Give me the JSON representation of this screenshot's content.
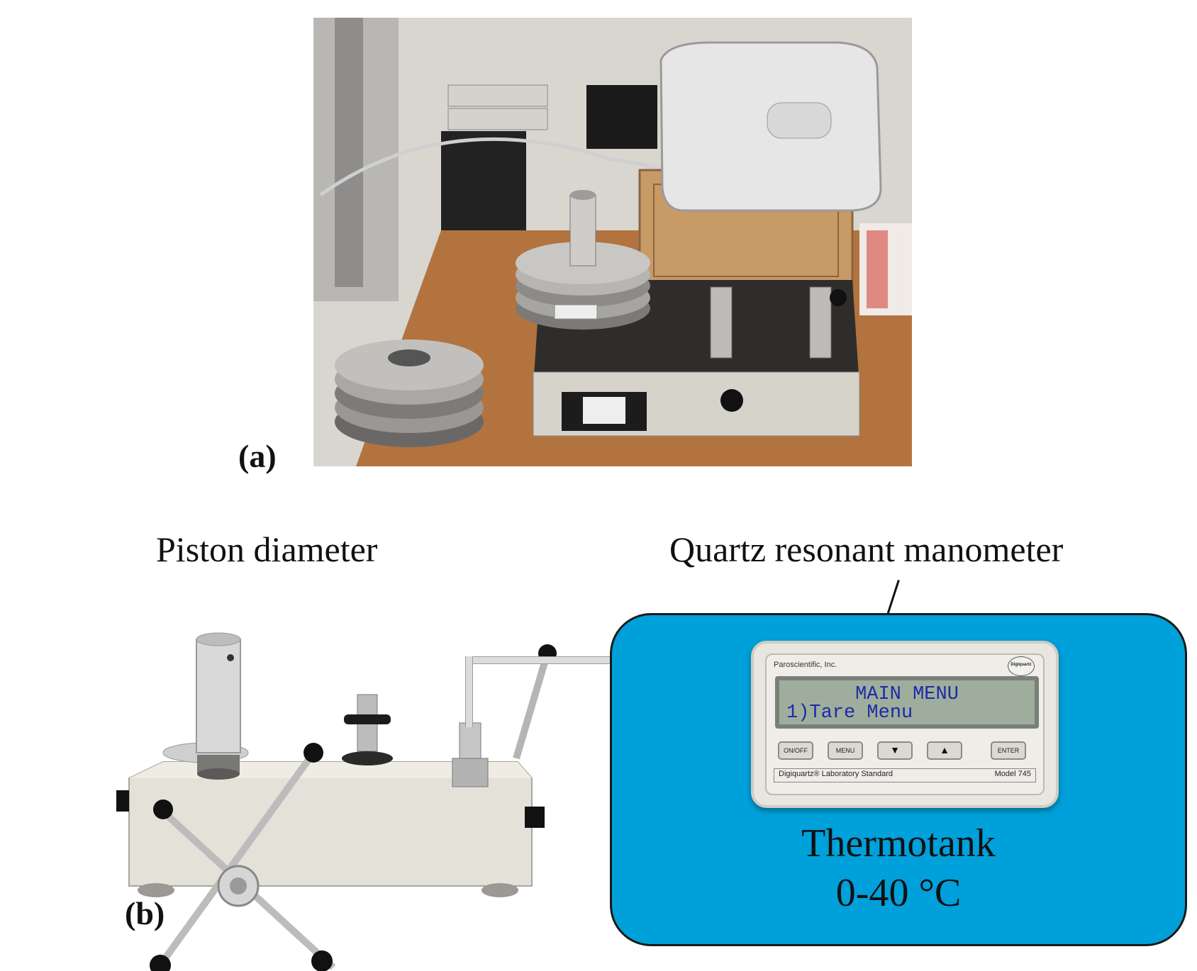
{
  "panel_a": {
    "label": "(a)"
  },
  "panel_b": {
    "label": "(b)",
    "piston_caption": "Piston diameter",
    "manometer_caption": "Quartz resonant manometer",
    "thermotank": {
      "title": "Thermotank",
      "range": "0-40 °C",
      "color": "#00a0da"
    },
    "manometer": {
      "brand": "Paroscientific, Inc.",
      "logo_text": "Digiquartz",
      "display": {
        "line1": "MAIN MENU",
        "line2": "1)Tare Menu"
      },
      "buttons": [
        "ON/OFF",
        "MENU",
        "▼",
        "▲",
        "ENTER"
      ],
      "standard": "Digiquartz® Laboratory Standard",
      "model": "Model 745"
    }
  }
}
